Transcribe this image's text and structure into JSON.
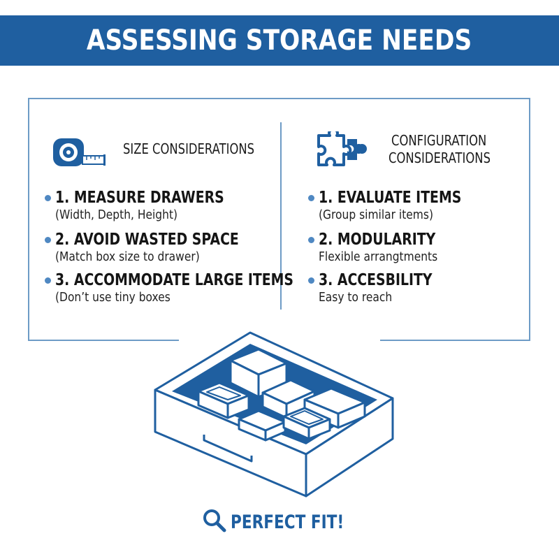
{
  "banner": {
    "title": "ASSESSING STORAGE NEEDS"
  },
  "left": {
    "heading": "SIZE CONSIDERATIONS",
    "icon": "tape-measure-icon",
    "items": [
      {
        "title": "1. MEASURE DRAWERS",
        "sub": "(Width, Depth, Height)"
      },
      {
        "title": "2. AVOID WASTED SPACE",
        "sub": "(Match box size to drawer)"
      },
      {
        "title": "3. ACCOMMODATE LARGE ITEMS",
        "sub": "(Don’t use tiny boxes"
      }
    ]
  },
  "right": {
    "heading_line1": "CONFIGURATION",
    "heading_line2": "CONSIDERATIONS",
    "icon": "puzzle-icon",
    "items": [
      {
        "title": "1. EVALUATE ITEMS",
        "sub": "(Group similar items)"
      },
      {
        "title": "2. MODULARITY",
        "sub": "Flexible arrangtments"
      },
      {
        "title": "3. ACCESBILITY",
        "sub": "Easy to reach"
      }
    ]
  },
  "illustration": {
    "icon": "drawer-organizer-icon"
  },
  "footer": {
    "label": "PERFECT FIT!",
    "icon": "magnifier-icon"
  },
  "colors": {
    "primary": "#1f5fa0",
    "frame": "#6d9bc6",
    "bullet": "#4f88c2"
  }
}
